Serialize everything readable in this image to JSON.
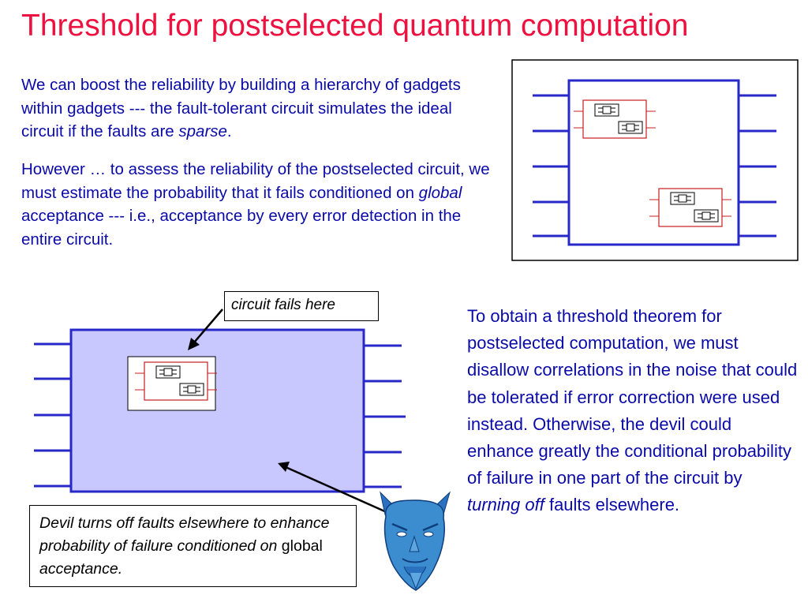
{
  "title": "Threshold for postselected quantum computation",
  "paragraphs": {
    "p1_text": "We can boost the reliability by building a hierarchy of gadgets within gadgets --- the fault-tolerant circuit simulates the ideal circuit if the faults are ",
    "p1_emph": "sparse",
    "p1_end": ".",
    "p2_text": "However … to assess the reliability of the postselected circuit, we must estimate the probability that it fails conditioned on ",
    "p2_emph": "global",
    "p2_end": " acceptance --- i.e., acceptance by every error detection in the entire circuit.",
    "p3_text": "To obtain a threshold theorem for postselected computation, we must disallow correlations in the noise that could be tolerated if error correction were used instead. Otherwise, the devil could enhance greatly the conditional probability of failure in one part of the circuit by ",
    "p3_emph": "turning off",
    "p3_end": " faults elsewhere."
  },
  "callouts": {
    "fails_label": "circuit fails here",
    "devil_a": "Devil turns off faults elsewhere to enhance probability of failure conditioned on ",
    "devil_b": "global",
    "devil_c": " acceptance."
  },
  "icons": {
    "devil": "devil-face-icon"
  },
  "colors": {
    "title": "#ee1140",
    "body_text": "#0a0aa8",
    "circuit_fill": "#c8c8ff",
    "circuit_stroke": "#2828c8",
    "gadget_red": "#c81e1e",
    "devil_blue": "#3c8cd0"
  }
}
